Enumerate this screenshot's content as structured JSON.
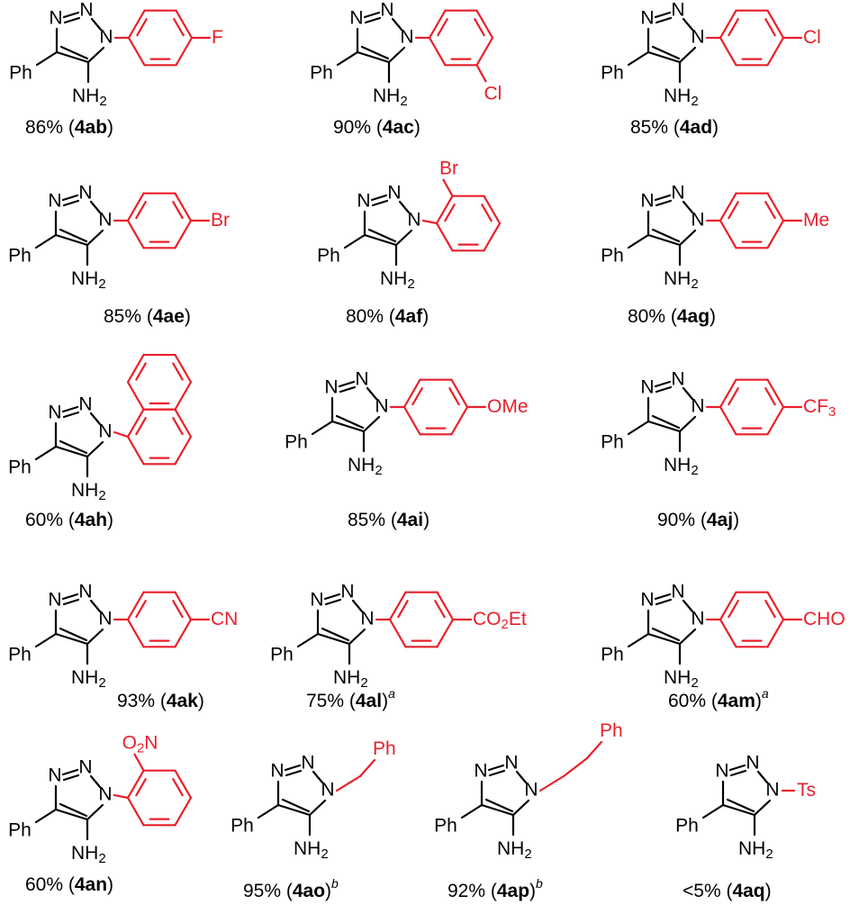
{
  "common": {
    "ring_atoms": [
      "N",
      "N",
      "N"
    ],
    "phenyl": "Ph",
    "amino": "NH",
    "amino_sub": "2"
  },
  "colors": {
    "core": "#000000",
    "substituent": "#e8202a"
  },
  "compounds": [
    {
      "id": "4ab",
      "type": "aryl",
      "pos": "para",
      "sub": "F",
      "yield": "86%",
      "note": ""
    },
    {
      "id": "4ac",
      "type": "aryl",
      "pos": "meta",
      "sub": "Cl",
      "yield": "90%",
      "note": ""
    },
    {
      "id": "4ad",
      "type": "aryl",
      "pos": "para",
      "sub": "Cl",
      "yield": "85%",
      "note": ""
    },
    {
      "id": "4ae",
      "type": "aryl",
      "pos": "para",
      "sub": "Br",
      "yield": "85%",
      "note": ""
    },
    {
      "id": "4af",
      "type": "aryl",
      "pos": "ortho",
      "sub": "Br",
      "yield": "80%",
      "note": ""
    },
    {
      "id": "4ag",
      "type": "aryl",
      "pos": "para",
      "sub": "Me",
      "yield": "80%",
      "note": ""
    },
    {
      "id": "4ah",
      "type": "naphthyl",
      "sub": "",
      "yield": "60%",
      "note": ""
    },
    {
      "id": "4ai",
      "type": "aryl",
      "pos": "para",
      "sub": "OMe",
      "yield": "85%",
      "note": ""
    },
    {
      "id": "4aj",
      "type": "aryl",
      "pos": "para",
      "sub": "CF",
      "sub2": "3",
      "yield": "90%",
      "note": ""
    },
    {
      "id": "4ak",
      "type": "aryl",
      "pos": "para",
      "sub": "CN",
      "yield": "93%",
      "note": ""
    },
    {
      "id": "4al",
      "type": "aryl",
      "pos": "para",
      "sub": "CO",
      "sub2": "2",
      "sub3": "Et",
      "yield": "75%",
      "note": "a"
    },
    {
      "id": "4am",
      "type": "aryl",
      "pos": "para",
      "sub": "CHO",
      "yield": "60%",
      "note": "a"
    },
    {
      "id": "4an",
      "type": "aryl",
      "pos": "ortho",
      "sub": "O",
      "sub_pre2": "2",
      "sub3": "N",
      "yield": "60%",
      "note": ""
    },
    {
      "id": "4ao",
      "type": "benzyl",
      "sub": "Ph",
      "yield": "95%",
      "note": "b"
    },
    {
      "id": "4ap",
      "type": "phenethyl",
      "sub": "Ph",
      "yield": "92%",
      "note": "b"
    },
    {
      "id": "4aq",
      "type": "tosyl",
      "sub": "Ts",
      "yield": "<5%",
      "note": ""
    }
  ]
}
